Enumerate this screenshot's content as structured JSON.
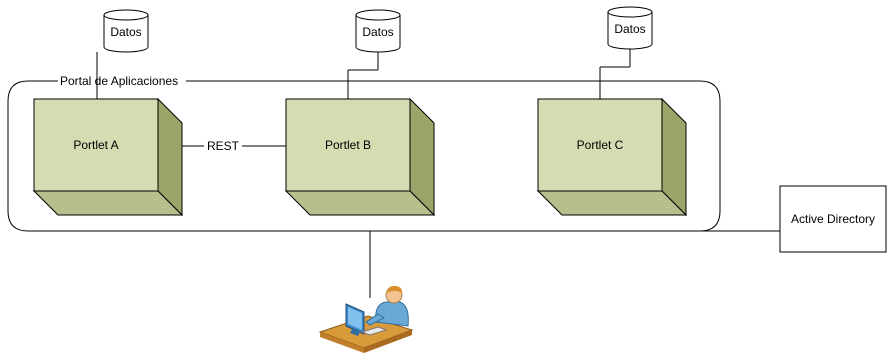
{
  "portal": {
    "label": "Portal de Aplicaciones"
  },
  "datastores": [
    {
      "label": "Datos"
    },
    {
      "label": "Datos"
    },
    {
      "label": "Datos"
    }
  ],
  "portlets": [
    {
      "label": "Portlet A"
    },
    {
      "label": "Portlet B"
    },
    {
      "label": "Portlet C"
    }
  ],
  "connection": {
    "label": "REST"
  },
  "directory": {
    "label": "Active Directory"
  },
  "user": {
    "icon": "user-at-computer-icon"
  },
  "colors": {
    "portlet_front": "#d4dcb2",
    "portlet_top": "#e3e8ca",
    "portlet_side": "#9aa56a",
    "portlet_bottom": "#b7c08c",
    "outline": "#000000",
    "db_fill": "#ffffff"
  }
}
